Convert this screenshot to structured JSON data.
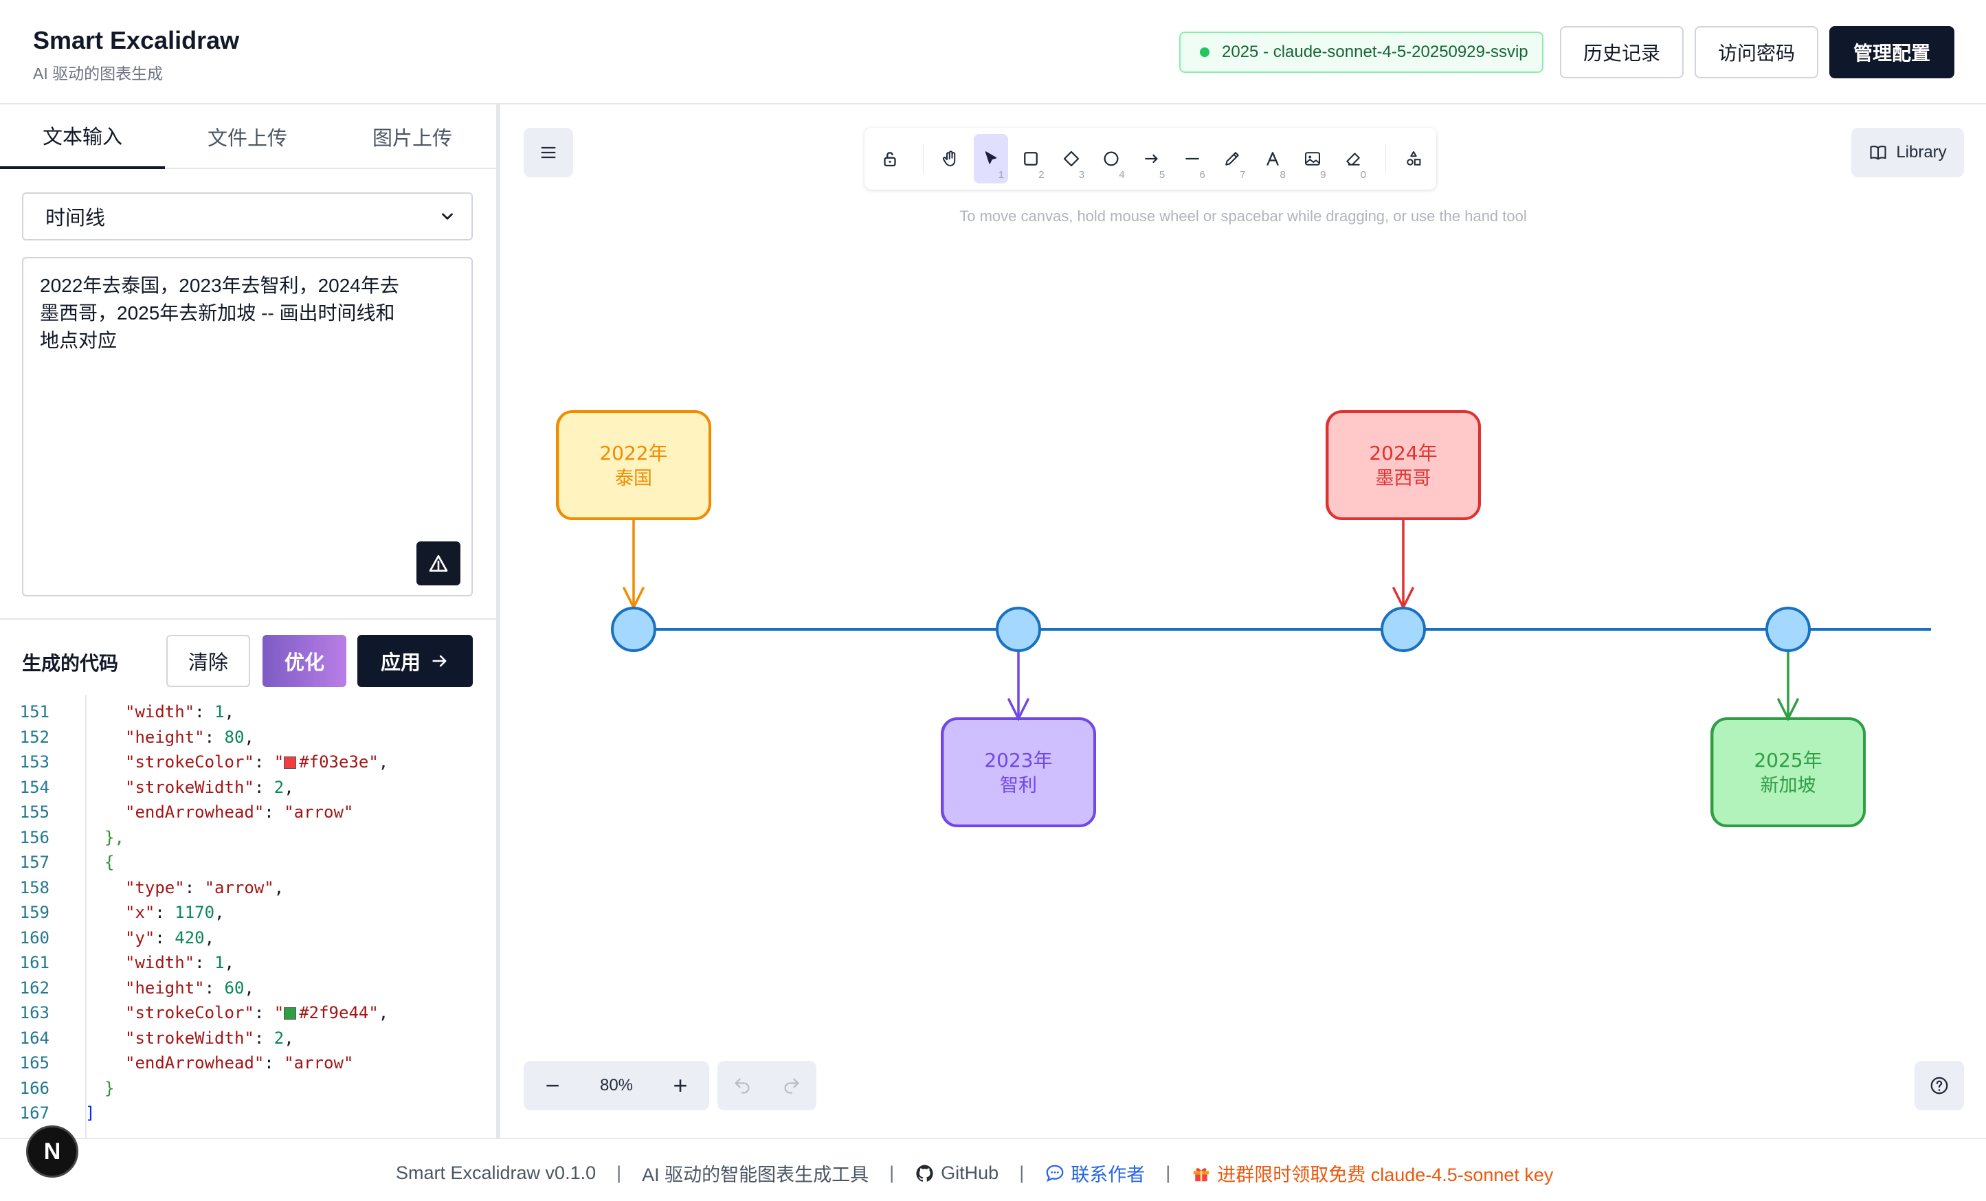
{
  "header": {
    "title": "Smart Excalidraw",
    "subtitle": "AI 驱动的图表生成",
    "model_badge": "2025 - claude-sonnet-4-5-20250929-ssvip",
    "history_label": "历史记录",
    "password_label": "访问密码",
    "admin_label": "管理配置"
  },
  "left_panel": {
    "tabs": [
      {
        "label": "文本输入",
        "active": true
      },
      {
        "label": "文件上传",
        "active": false
      },
      {
        "label": "图片上传",
        "active": false
      }
    ],
    "chart_type": "时间线",
    "input_lines": [
      "2022年去泰国，2023年去智利，2024年去",
      "墨西哥，2025年去新加坡 -- 画出时间线和",
      "地点对应"
    ],
    "code_section": {
      "title": "生成的代码",
      "clear_label": "清除",
      "optimize_label": "优化",
      "apply_label": "应用"
    },
    "code_lines": [
      {
        "n": "151",
        "key": "width",
        "val": "1",
        "type": "num"
      },
      {
        "n": "152",
        "key": "height",
        "val": "80",
        "type": "num"
      },
      {
        "n": "153",
        "key": "strokeColor",
        "val": "#f03e3e",
        "type": "color"
      },
      {
        "n": "154",
        "key": "strokeWidth",
        "val": "2",
        "type": "num"
      },
      {
        "n": "155",
        "key": "endArrowhead",
        "val": "arrow",
        "type": "str",
        "last": true
      },
      {
        "n": "156",
        "text": "},"
      },
      {
        "n": "157",
        "text": "{"
      },
      {
        "n": "158",
        "key": "type",
        "val": "arrow",
        "type": "str"
      },
      {
        "n": "159",
        "key": "x",
        "val": "1170",
        "type": "num"
      },
      {
        "n": "160",
        "key": "y",
        "val": "420",
        "type": "num"
      },
      {
        "n": "161",
        "key": "width",
        "val": "1",
        "type": "num"
      },
      {
        "n": "162",
        "key": "height",
        "val": "60",
        "type": "num"
      },
      {
        "n": "163",
        "key": "strokeColor",
        "val": "#2f9e44",
        "type": "color"
      },
      {
        "n": "164",
        "key": "strokeWidth",
        "val": "2",
        "type": "num"
      },
      {
        "n": "165",
        "key": "endArrowhead",
        "val": "arrow",
        "type": "str",
        "last": true
      },
      {
        "n": "166",
        "text": "}"
      },
      {
        "n": "167",
        "text": "]",
        "top": true
      }
    ]
  },
  "canvas": {
    "hint": "To move canvas, hold mouse wheel or spacebar while dragging, or use the hand tool",
    "library_label": "Library",
    "zoom_label": "80%",
    "tools": [
      {
        "name": "lock-icon",
        "key": ""
      },
      {
        "name": "hand-icon",
        "key": ""
      },
      {
        "name": "selection-icon",
        "key": "1",
        "active": true
      },
      {
        "name": "rectangle-icon",
        "key": "2"
      },
      {
        "name": "diamond-icon",
        "key": "3"
      },
      {
        "name": "ellipse-icon",
        "key": "4"
      },
      {
        "name": "arrow-icon",
        "key": "5"
      },
      {
        "name": "line-icon",
        "key": "6"
      },
      {
        "name": "pencil-icon",
        "key": "7"
      },
      {
        "name": "text-icon",
        "key": "8"
      },
      {
        "name": "image-icon",
        "key": "9"
      },
      {
        "name": "eraser-icon",
        "key": "0"
      },
      {
        "name": "shapes-icon",
        "key": ""
      }
    ],
    "timeline": {
      "line_color": "#1971c2",
      "node_fill": "#a5d8ff",
      "events": [
        {
          "year": "2022年",
          "place": "泰国",
          "stroke": "#f08c00",
          "fill": "#fff3bf",
          "position": "above"
        },
        {
          "year": "2023年",
          "place": "智利",
          "stroke": "#7048e8",
          "fill": "#d0bfff",
          "position": "below"
        },
        {
          "year": "2024年",
          "place": "墨西哥",
          "stroke": "#e03131",
          "fill": "#ffc9c9",
          "position": "above"
        },
        {
          "year": "2025年",
          "place": "新加坡",
          "stroke": "#2f9e44",
          "fill": "#b2f2bb",
          "position": "below"
        }
      ]
    }
  },
  "footer": {
    "version": "Smart Excalidraw v0.1.0",
    "tagline": "AI 驱动的智能图表生成工具",
    "github": "GitHub",
    "contact": "联系作者",
    "promo": "进群限时领取免费 claude-4.5-sonnet key",
    "separator": "|"
  }
}
